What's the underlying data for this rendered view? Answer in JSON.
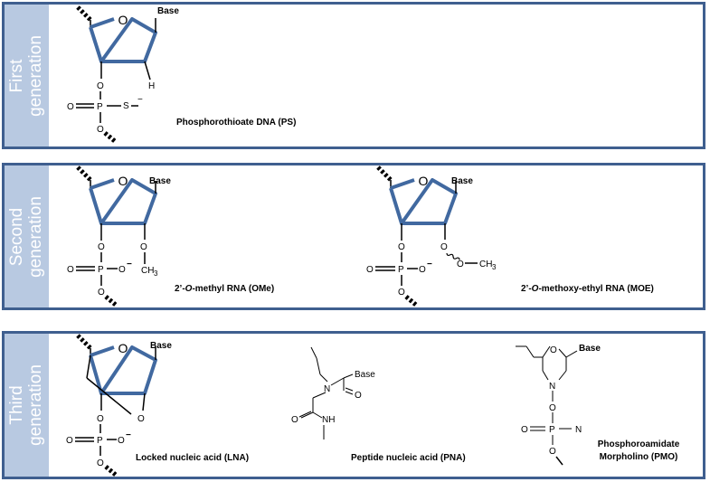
{
  "generations": [
    {
      "line1": "First",
      "line2": "generation"
    },
    {
      "line1": "Second",
      "line2": "generation"
    },
    {
      "line1": "Third",
      "line2": "generation"
    }
  ],
  "atoms": {
    "base": "Base",
    "ring_oxygen": "O",
    "oxygen": "O",
    "phosphorus": "P",
    "sulfur": "S",
    "hydrogen": "H",
    "nitrogen": "N",
    "methyl": "CH",
    "methyl_sub": "3",
    "nh": "NH",
    "minus": "−"
  },
  "names": {
    "ps": "Phosphorothioate DNA (PS)",
    "ome_pre": "2’-",
    "ome_italic": "O",
    "ome_post": "-methyl RNA (OMe)",
    "moe_pre": "2’-",
    "moe_italic": "O",
    "moe_post": "-methoxy-ethyl  RNA (MOE)",
    "lna": "Locked nucleic acid (LNA)",
    "pna": "Peptide nucleic acid (PNA)",
    "pmo_line1": "Phosphoroamidate",
    "pmo_line2": "Morpholino (PMO)"
  },
  "colors": {
    "frame": "#3f5f8f",
    "tab": "#b8c9e1",
    "ring": "#4169a0"
  }
}
